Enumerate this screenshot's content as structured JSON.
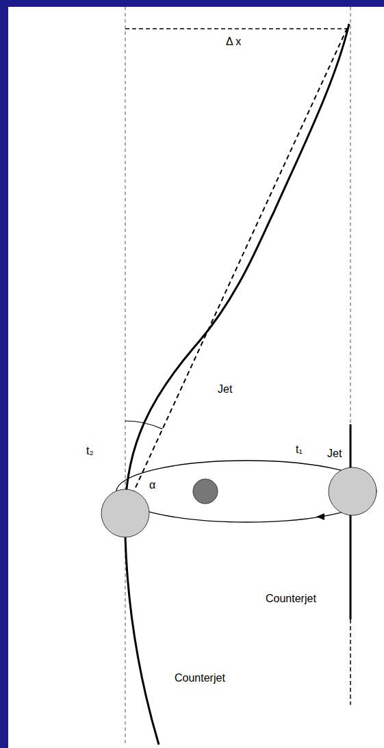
{
  "diagram": {
    "labels": [
      "Δ x",
      "Jet",
      "α",
      "t₂",
      "t₁",
      "Jet",
      "Counterjet",
      "Counterjet"
    ]
  }
}
